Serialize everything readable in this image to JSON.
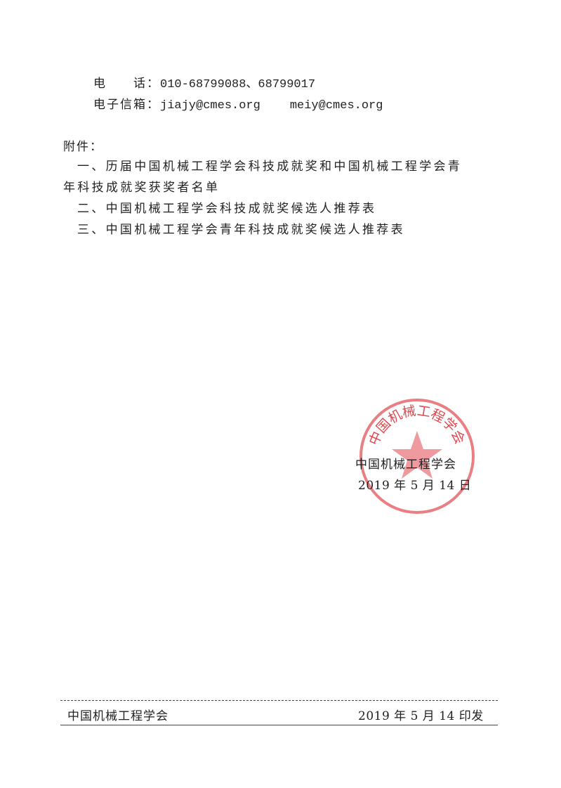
{
  "contact": {
    "phone_label": "电　　话：",
    "phone_value": "010-68799088、68799017",
    "email_label": "电子信箱：",
    "email_1": "jiajy@cmes.org",
    "email_2": "meiy@cmes.org"
  },
  "attachments": {
    "heading": "附件：",
    "item1_line1": "一、历届中国机械工程学会科技成就奖和中国机械工程学会青",
    "item1_line2": "年科技成就奖获奖者名单",
    "item2": "二、中国机械工程学会科技成就奖候选人推荐表",
    "item3": "三、中国机械工程学会青年科技成就奖候选人推荐表"
  },
  "signature": {
    "org": "中国机械工程学会",
    "date": "2019 年 5 月 14 日",
    "seal_text": "中国机械工程学会",
    "seal_color": "#e0474f"
  },
  "footer": {
    "org": "中国机械工程学会",
    "issue_date": "2019 年 5 月 14 印发"
  }
}
